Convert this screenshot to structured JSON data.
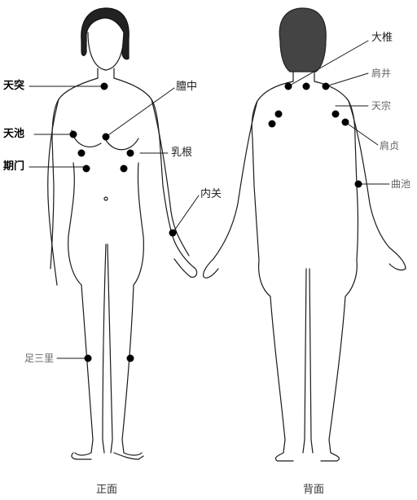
{
  "front": {
    "caption": "正面",
    "labels": {
      "tiantu": "天突",
      "tianchi": "天池",
      "qimen": "期门",
      "danzhong": "膻中",
      "rugen": "乳根",
      "neiguan": "内关",
      "zusanli": "足三里"
    }
  },
  "back": {
    "caption": "背面",
    "labels": {
      "dazhui": "大椎",
      "jianjing": "肩井",
      "tianzong": "天宗",
      "jianzhen": "肩贞",
      "quchi": "曲池"
    }
  },
  "colors": {
    "line": "#1a1a1a",
    "point": "#000000",
    "background": "#ffffff"
  }
}
